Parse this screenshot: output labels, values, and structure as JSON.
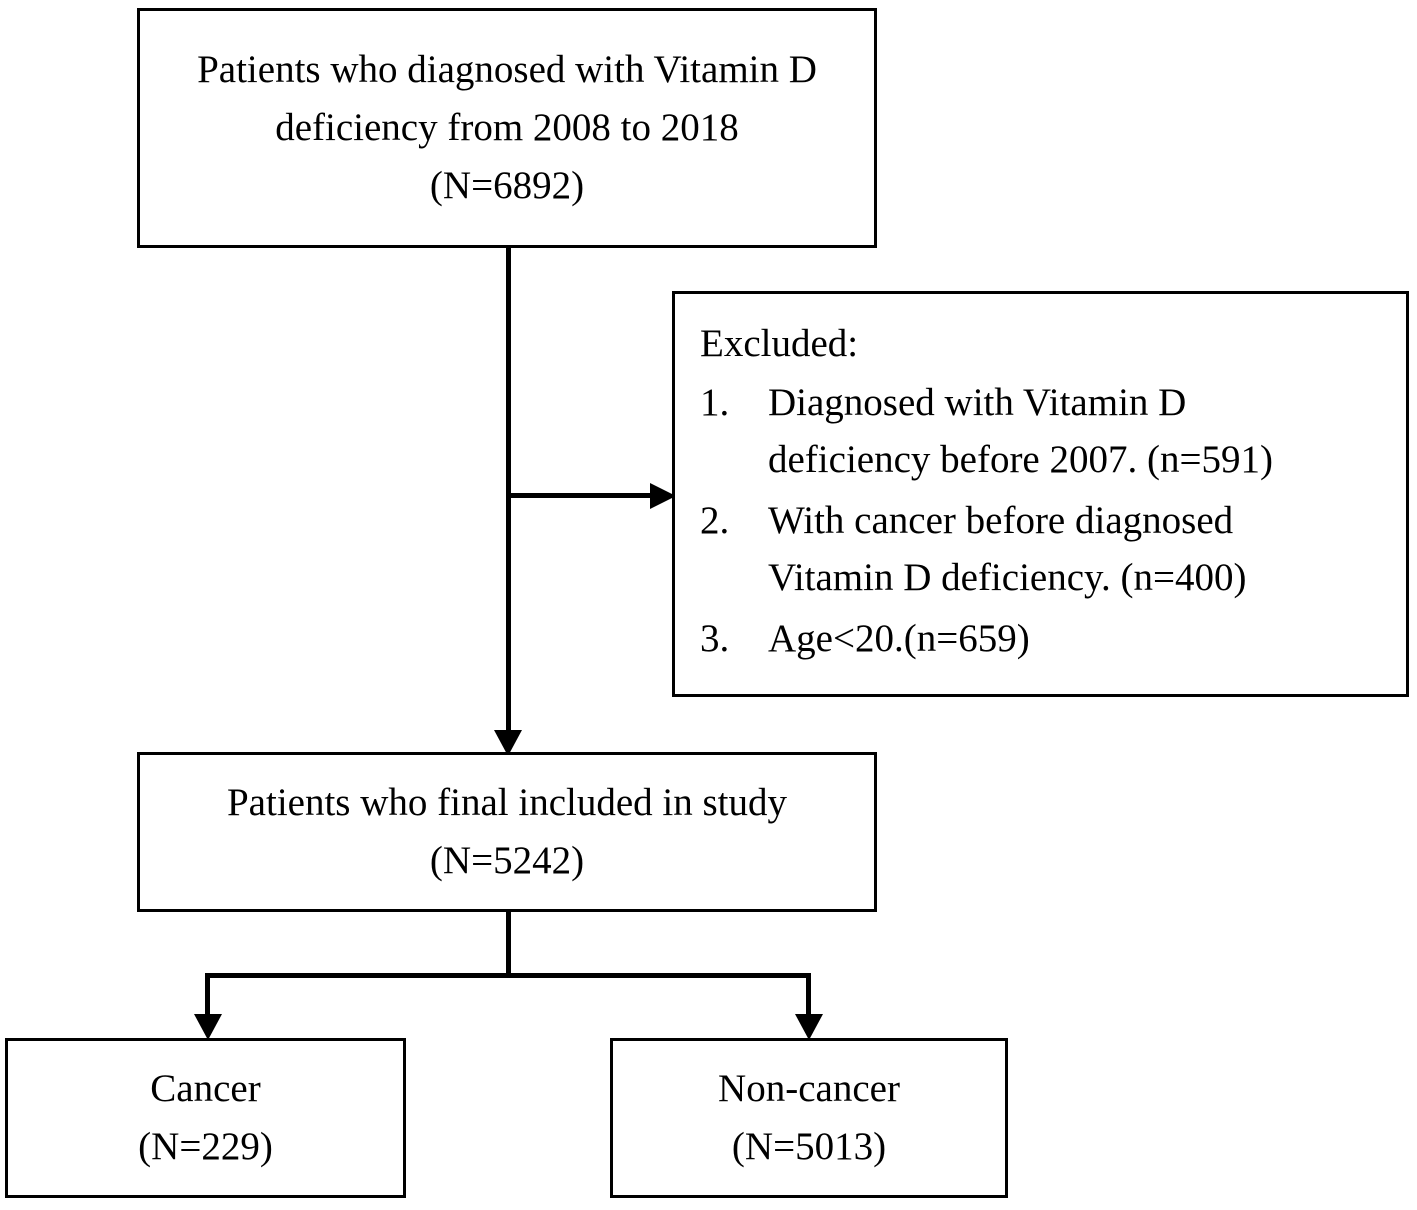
{
  "diagram": {
    "type": "study-flow-chart",
    "boxes": {
      "enrolled": {
        "lines": [
          "Patients who diagnosed with Vitamin D",
          "deficiency from 2008 to 2018",
          "(N=6892)"
        ]
      },
      "excluded": {
        "title": "Excluded:",
        "items": [
          {
            "number": "1.",
            "lines": [
              "Diagnosed with Vitamin D",
              "deficiency before 2007. (n=591)"
            ]
          },
          {
            "number": "2.",
            "lines": [
              "With cancer before diagnosed",
              "Vitamin D deficiency. (n=400)"
            ]
          },
          {
            "number": "3.",
            "lines": [
              "Age<20.(n=659)"
            ]
          }
        ]
      },
      "included": {
        "lines": [
          "Patients who final included in study",
          "(N=5242)"
        ]
      },
      "cancer": {
        "lines": [
          "Cancer",
          "(N=229)"
        ]
      },
      "noncancer": {
        "lines": [
          "Non-cancer",
          "(N=5013)"
        ]
      }
    },
    "colors": {
      "stroke": "#000000",
      "background": "#ffffff",
      "text": "#000000"
    }
  }
}
